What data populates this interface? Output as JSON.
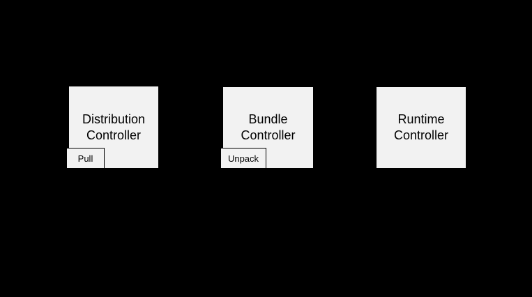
{
  "diagram": {
    "background_color": "#000000",
    "node_fill_color": "#f2f2f2",
    "node_border_color": "#000000",
    "node_text_color": "#000000",
    "nodes": [
      {
        "line1": "Distribution",
        "line2": "Controller",
        "sub_label": "Pull"
      },
      {
        "line1": "Bundle",
        "line2": "Controller",
        "sub_label": "Unpack"
      },
      {
        "line1": "Runtime",
        "line2": "Controller"
      }
    ]
  }
}
